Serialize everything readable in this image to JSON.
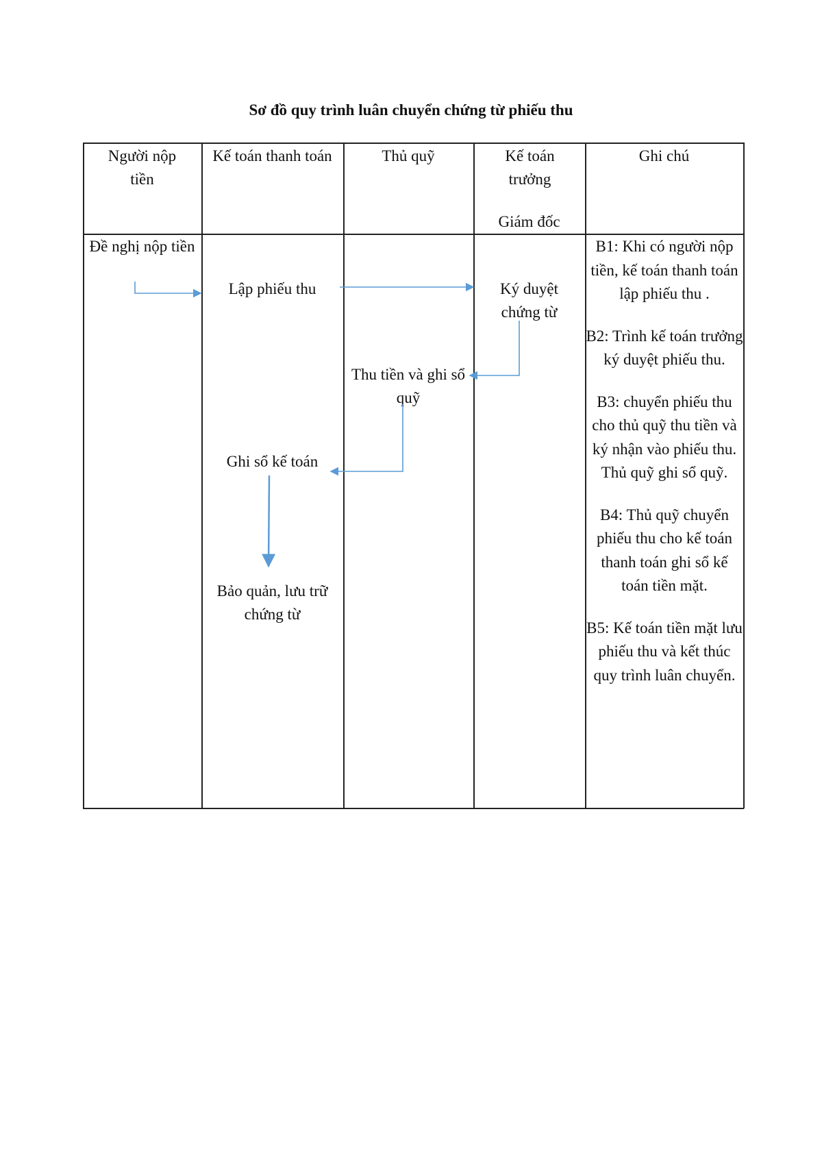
{
  "title": "Sơ đồ quy trình luân chuyển chứng từ phiếu thu",
  "headers": {
    "payer": "Người nộp tiền",
    "cashier_accountant": "Kế toán thanh toán",
    "treasurer": "Thủ quỹ",
    "chief_accountant": "Kế toán trưởng",
    "director": "Giám đốc",
    "notes": "Ghi chú"
  },
  "steps": {
    "request": "Đề nghị nộp tiền",
    "create_receipt": "Lập phiếu thu",
    "approve": "Ký duyệt chứng từ",
    "collect": "Thu tiền và ghi sổ quỹ",
    "record": "Ghi sổ kế toán",
    "archive": "Bảo quản, lưu trữ chứng từ"
  },
  "notes": [
    "B1: Khi có người nộp tiền, kế toán thanh toán lập phiếu thu .",
    "B2: Trình kế toán trưởng ký duyệt phiếu thu.",
    "B3: chuyển phiếu thu cho thủ quỹ thu tiền và ký nhận vào phiếu thu. Thủ quỹ ghi sổ quỹ.",
    "B4: Thủ quỹ chuyển phiếu thu cho kế toán  thanh toán ghi sổ kế toán tiền mặt.",
    "B5: Kế toán tiền mặt lưu phiếu thu và kết thúc quy trình luân chuyển."
  ],
  "colors": {
    "arrow": "#5b9bd5"
  }
}
